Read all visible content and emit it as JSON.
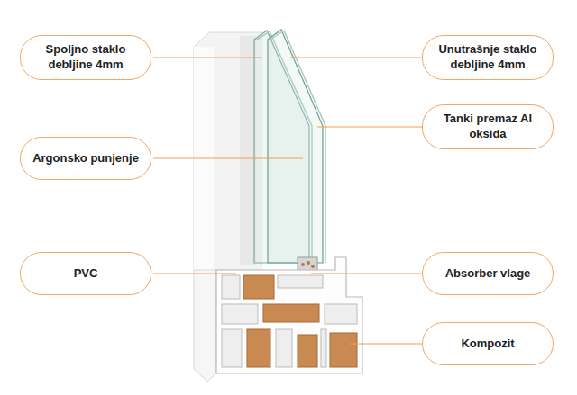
{
  "diagram": {
    "nodes": [
      {
        "text": [
          "Spoljno staklo debljine 4mm"
        ]
      },
      {
        "text": [
          "Unutrašnje staklo debljine 4mm"
        ]
      },
      {
        "text": [
          "Tanki premaz Al oksida"
        ]
      },
      {
        "text": [
          "Argonsko punjenje"
        ]
      },
      {
        "text": [
          "PVC"
        ]
      },
      {
        "text": [
          "Absorber vlage"
        ]
      },
      {
        "text": [
          "Kompozit"
        ]
      }
    ],
    "edges": []
  }
}
